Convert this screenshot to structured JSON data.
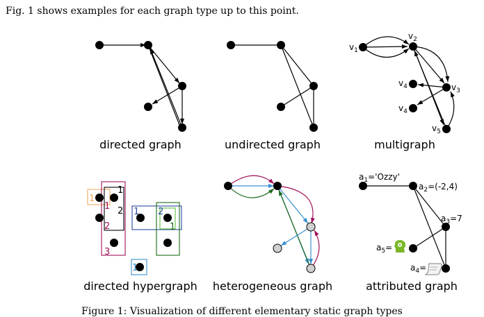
{
  "intro_text": "Fig. 1 shows examples for each graph type up to this point.",
  "caption": "Figure 1: Visualization of different elementary static graph types",
  "panels": {
    "directed": {
      "label": "directed graph"
    },
    "undirected": {
      "label": "undirected graph"
    },
    "multigraph": {
      "label": "multigraph",
      "nodes": [
        {
          "base": "v",
          "sub": "1",
          "suffix": ""
        },
        {
          "base": "v",
          "sub": "2",
          "suffix": ""
        },
        {
          "base": "v",
          "sub": "3",
          "suffix": ""
        },
        {
          "base": "v",
          "sub": "4",
          "suffix": ""
        },
        {
          "base": "v",
          "sub": "4",
          "suffix": ""
        },
        {
          "base": "v",
          "sub": "5",
          "suffix": ""
        }
      ]
    },
    "hypergraph": {
      "label": "directed hypergraph",
      "edge_labels": [
        "1",
        "1",
        "2",
        "3",
        "1",
        "2",
        "1",
        "2",
        "1",
        "1"
      ]
    },
    "heterogeneous": {
      "label": "heterogeneous graph"
    },
    "attributed": {
      "label": "attributed graph",
      "attributes": [
        {
          "base": "a",
          "sub": "1",
          "suffix": "='Ozzy'"
        },
        {
          "base": "a",
          "sub": "2",
          "suffix": "=(-2,4)"
        },
        {
          "base": "a",
          "sub": "3",
          "suffix": "=7"
        },
        {
          "base": "a",
          "sub": "4",
          "suffix": "="
        },
        {
          "base": "a",
          "sub": "5",
          "suffix": "="
        }
      ]
    }
  }
}
